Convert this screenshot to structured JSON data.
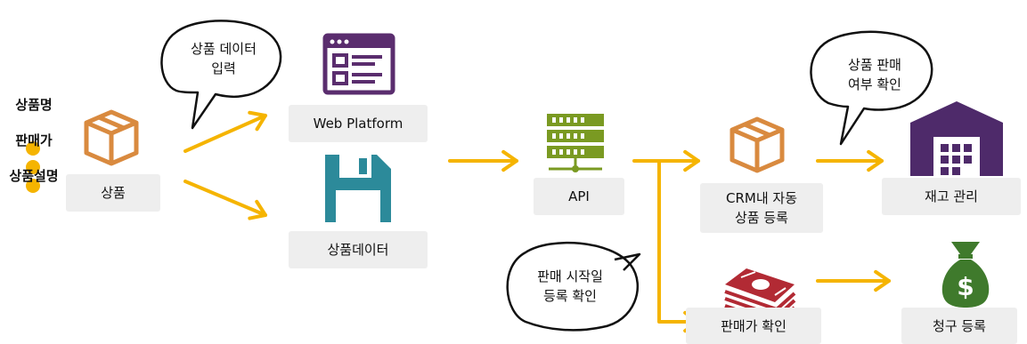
{
  "colors": {
    "accent": "#f5b400",
    "box_orange": "#d98a3f",
    "web_purple": "#5a2d6e",
    "disk_teal": "#2c8a9a",
    "server_green": "#7a9a22",
    "warehouse_purple": "#4e2a6a",
    "money_red": "#b22a34",
    "bag_green": "#3f7a2c"
  },
  "attributes": {
    "lines": [
      "상품명",
      "판매가",
      "상품설명"
    ]
  },
  "nodes": {
    "product": {
      "label": "상품",
      "icon": "box-icon"
    },
    "web_platform": {
      "label": "Web Platform",
      "icon": "web-form-icon"
    },
    "product_data": {
      "label": "상품데이터",
      "icon": "floppy-disk-icon"
    },
    "api": {
      "label": "API",
      "icon": "server-icon"
    },
    "crm": {
      "label": "CRM내 자동\n상품 등록",
      "icon": "box-icon"
    },
    "price_check": {
      "label": "판매가 확인",
      "icon": "money-stack-icon"
    },
    "inventory": {
      "label": "재고 관리",
      "icon": "warehouse-icon"
    },
    "billing": {
      "label": "청구 등록",
      "icon": "money-bag-icon"
    }
  },
  "bubbles": {
    "data_input": "상품 데이터\n입력",
    "sale_start": "판매 시작일\n등록 확인",
    "sale_status": "상품 판매\n여부 확인"
  }
}
